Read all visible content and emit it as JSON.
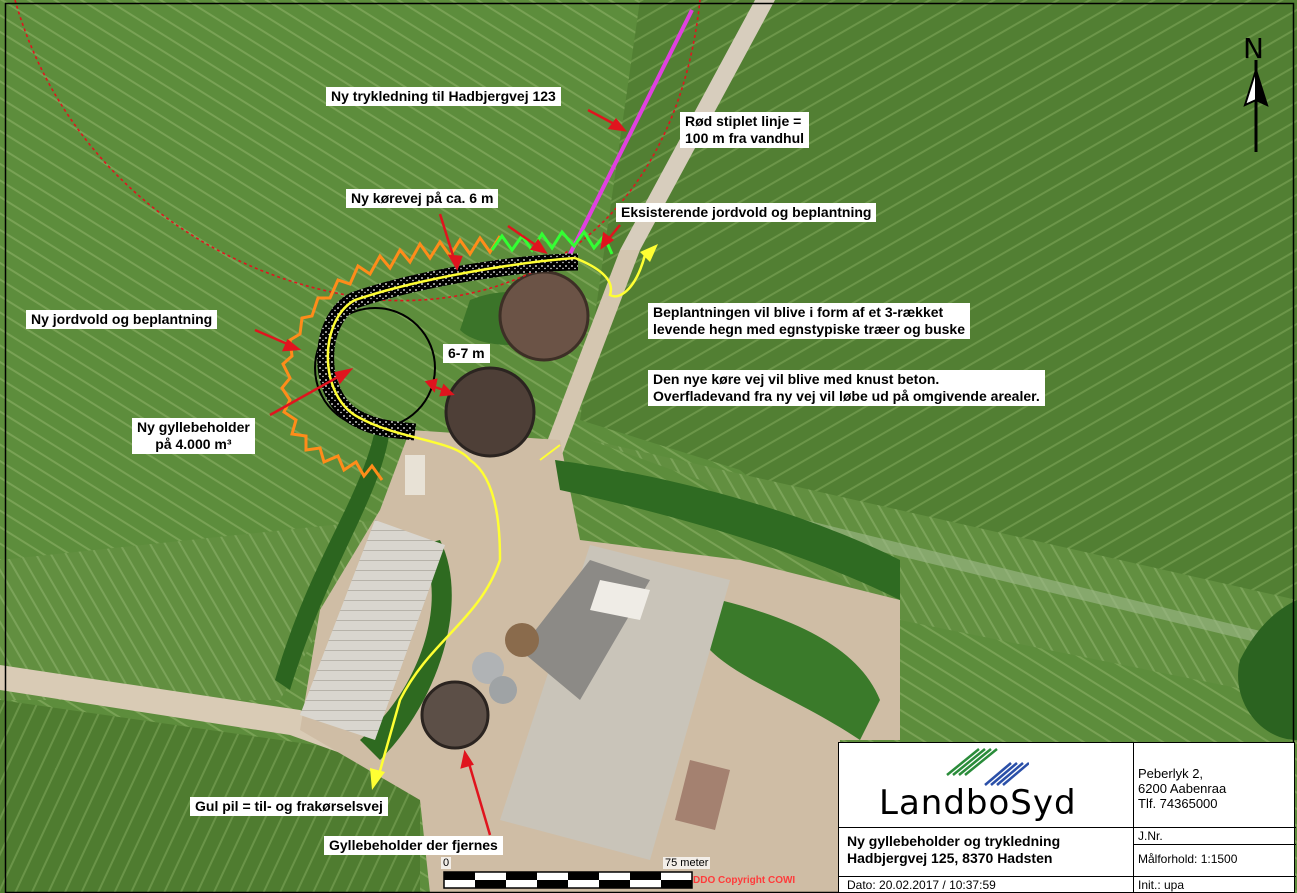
{
  "labels": {
    "pressure_main": "Ny trykledning til Hadbjergvej 123",
    "red_dotted_line": [
      "Rød stiplet linje =",
      "100 m fra vandhul"
    ],
    "new_driveway": "Ny kørevej på ca. 6 m",
    "existing_berm": "Eksisterende jordvold og beplantning",
    "new_berm": "Ny jordvold og beplantning",
    "distance": "6-7 m",
    "new_tank": [
      "Ny gyllebeholder",
      "på 4.000 m³"
    ],
    "planting_note": [
      "Beplantningen vil blive i form af et 3-rækket",
      "levende hegn med egnstypiske træer og buske"
    ],
    "road_note": [
      "Den nye køre vej vil blive med knust beton.",
      "Overfladevand fra ny vej vil løbe ud på omgivende arealer."
    ],
    "yellow_arrow": "Gul pil = til- og frakørselsvej",
    "removed_tank": "Gyllebeholder der fjernes"
  },
  "scale_bar": {
    "zero_label": "0",
    "end_label": "75 meter"
  },
  "copyright": "DDO Copyright COWI",
  "north_arrow": {
    "label": "N",
    "icon": "north-arrow-icon"
  },
  "title_block": {
    "logo_text": "LandboSyd",
    "logo_icon": "landbosyd-logo-icon",
    "address": [
      "Peberlyk 2,",
      "6200 Aabenraa",
      "Tlf. 74365000"
    ],
    "title": [
      "Ny gyllebeholder og trykledning",
      "Hadbjergvej 125, 8370 Hadsten"
    ],
    "journal": "J.Nr.",
    "scale": "Målforhold: 1:1500",
    "date": "Dato: 20.02.2017 / 10:37:59",
    "initials": "Init.: upa"
  },
  "colors": {
    "field": "#5a8a3a",
    "field_light": "#6f9b47",
    "road": "#d8c9b4",
    "yard": "#cdb9a0",
    "new_route_yellow": "#ffff33",
    "pressure_main_magenta": "#e040e0",
    "berm_new_orange": "#ff8c1a",
    "berm_existing_green": "#33ff33",
    "arrow_red": "#e0141e",
    "dotted_circle_red": "#e0141e",
    "logo_green": "#2a8c3a",
    "logo_blue": "#2a4fa8"
  }
}
